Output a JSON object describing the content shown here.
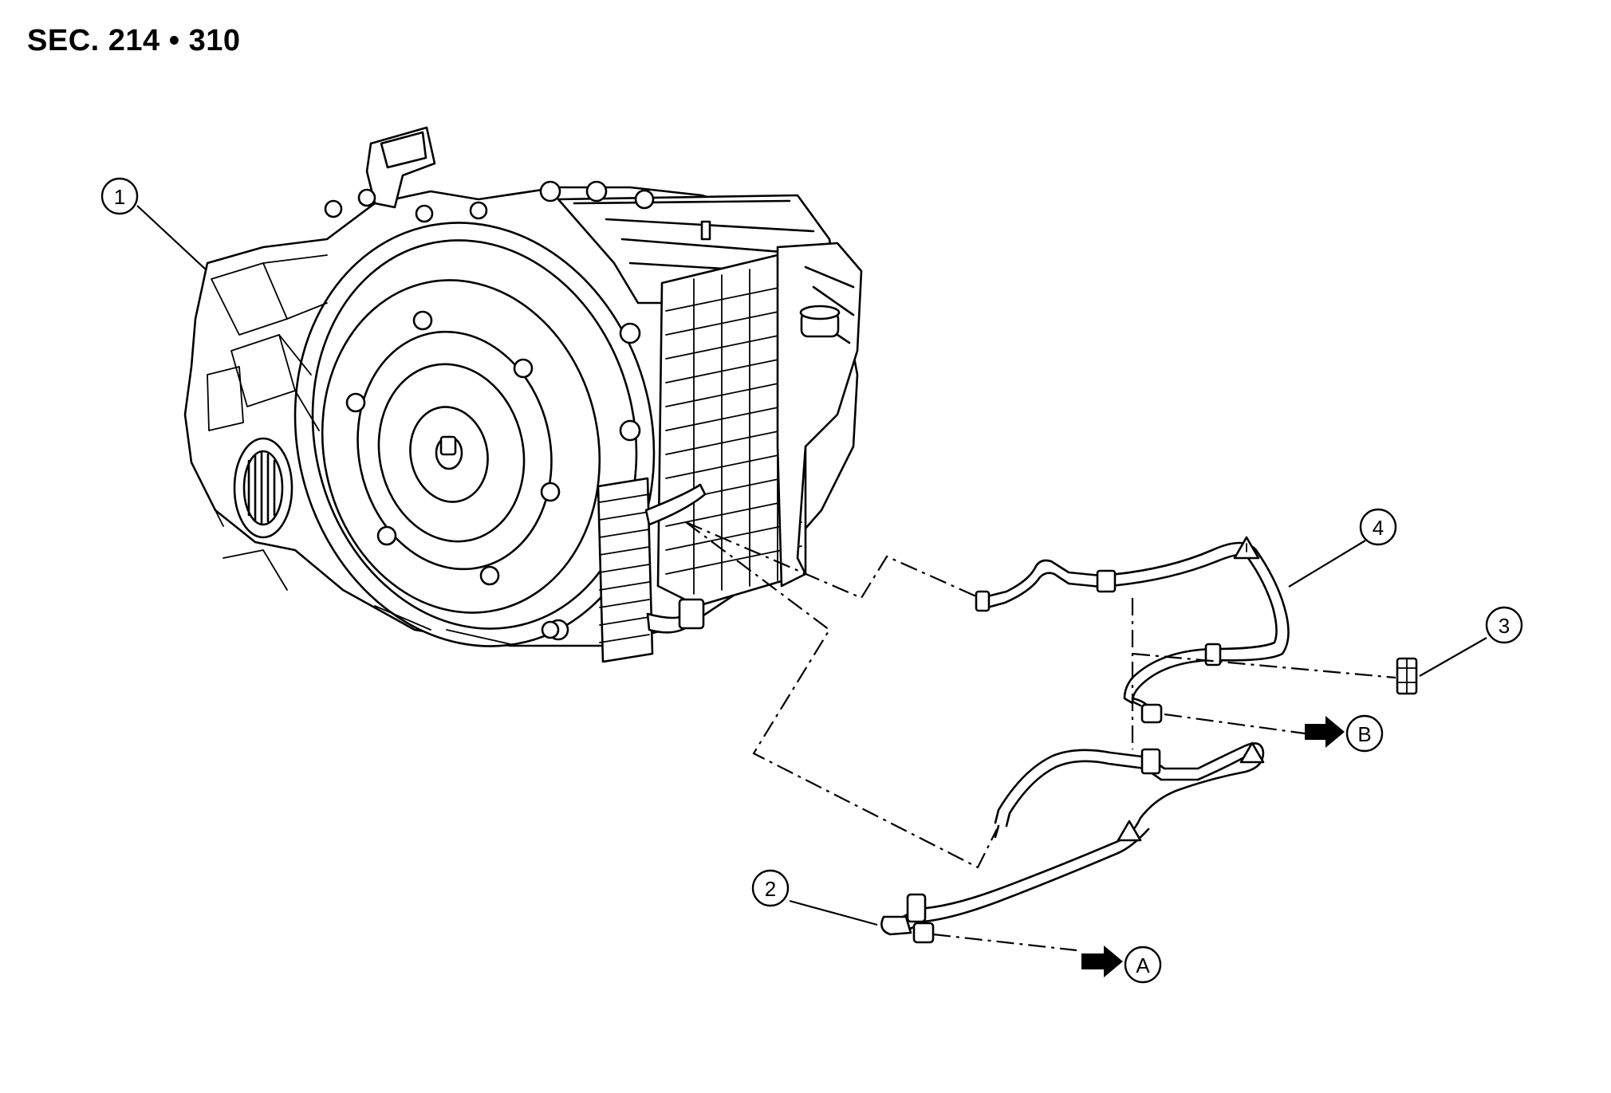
{
  "section_title": "SEC. 214 • 310",
  "callouts": [
    {
      "id": "1",
      "label": "1",
      "part": "transaxle-assembly"
    },
    {
      "id": "2",
      "label": "2",
      "part": "fluid-cooler-hose-lower"
    },
    {
      "id": "3",
      "label": "3",
      "part": "clip"
    },
    {
      "id": "4",
      "label": "4",
      "part": "fluid-cooler-hose-upper"
    }
  ],
  "references": [
    {
      "id": "A",
      "label": "A"
    },
    {
      "id": "B",
      "label": "B"
    }
  ]
}
